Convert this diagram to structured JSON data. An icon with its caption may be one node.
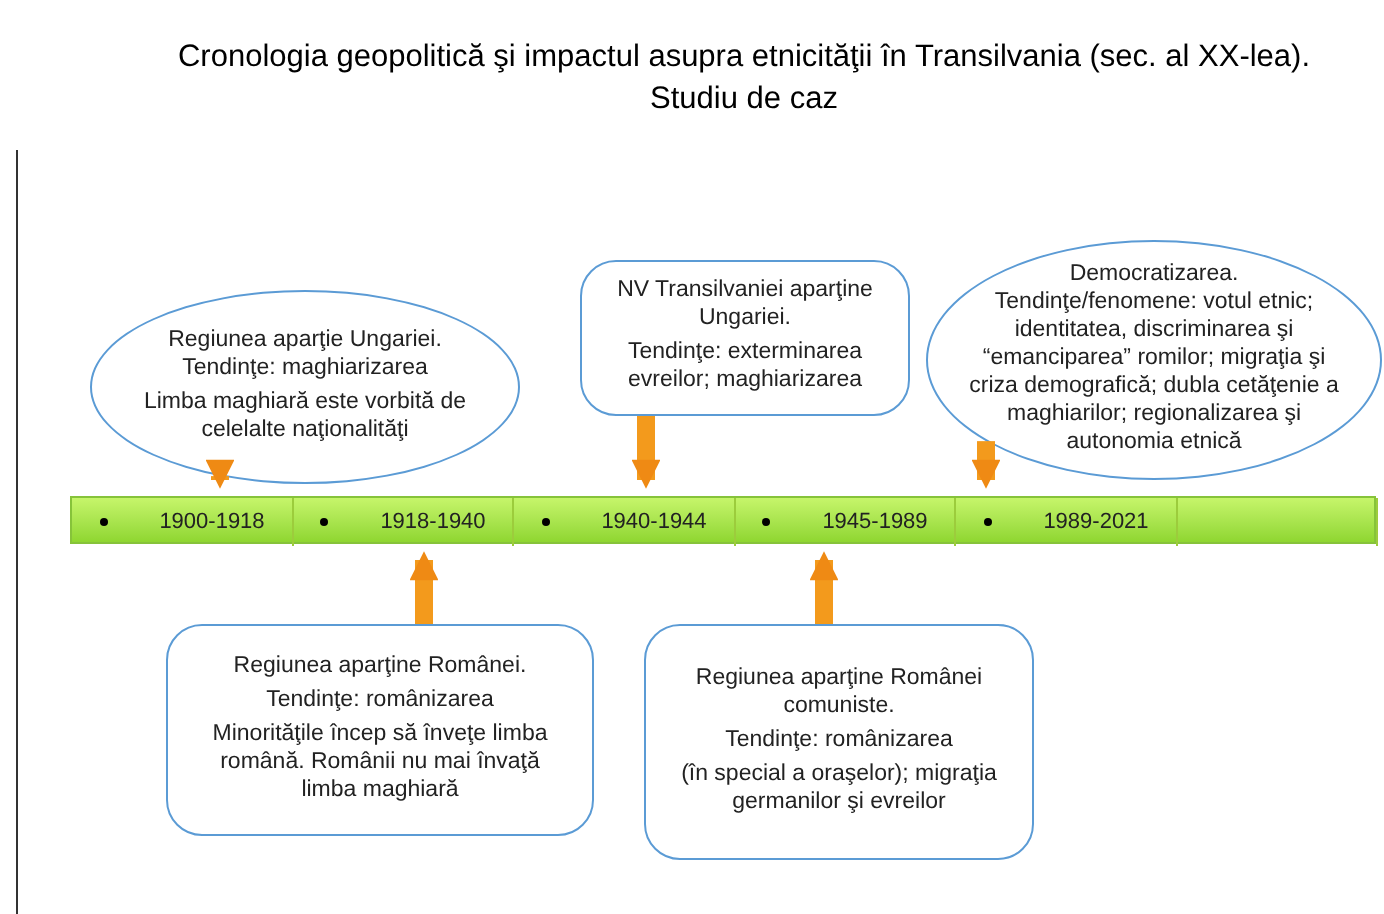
{
  "diagram": {
    "title": "Cronologia geopolitică şi impactul asupra etnicităţii în Transilvania (sec. al XX-lea). Studiu de caz",
    "nodes": [
      {
        "text": [
          "Regiunea aparţie Ungariei. Tendinţe: maghiarizarea",
          "Limba maghiară este vorbită de celelalte naţionalităţi"
        ]
      },
      {
        "text": [
          "NV Transilvaniei aparţine Ungariei.",
          "Tendinţe: exterminarea evreilor; maghiarizarea"
        ]
      },
      {
        "text": [
          "Democratizarea. Tendinţe/fenomene: votul etnic; identitatea, discriminarea şi “emanciparea” romilor; migraţia şi criza demografică; dubla cetăţenie  a maghiarilor; regionalizarea şi autonomia etnică"
        ]
      },
      {
        "text": [],
        "shape": "bar"
      },
      {
        "text": [
          "1900-1918"
        ],
        "in": 3
      },
      {
        "text": [
          "1918-1940"
        ],
        "in": 3
      },
      {
        "text": [
          "1940-1944"
        ],
        "in": 3
      },
      {
        "text": [
          "1945-1989"
        ],
        "in": 3
      },
      {
        "text": [
          "1989-2021"
        ],
        "in": 3
      },
      {
        "text": [],
        "shape": "box",
        "in": 3
      },
      {
        "text": [
          "Regiunea aparţine Românei.",
          "Tendinţe: românizarea",
          "Minorităţile încep să înveţe limba română. Românii nu mai învaţă limba maghiară"
        ]
      },
      {
        "text": [
          "Regiunea aparţine Românei comuniste.",
          "Tendinţe: românizarea",
          "(în special a oraşelor); migraţia germanilor şi evreilor"
        ]
      }
    ],
    "edges": [
      {
        "from": 0,
        "to": 4,
        "arrow": "to"
      },
      {
        "from": 1,
        "to": 6,
        "arrow": "to"
      },
      {
        "from": 2,
        "to": 8,
        "arrow": "to"
      },
      {
        "from": 10,
        "to": 5,
        "arrow": "to"
      },
      {
        "from": 11,
        "to": 7,
        "arrow": "to"
      }
    ]
  }
}
